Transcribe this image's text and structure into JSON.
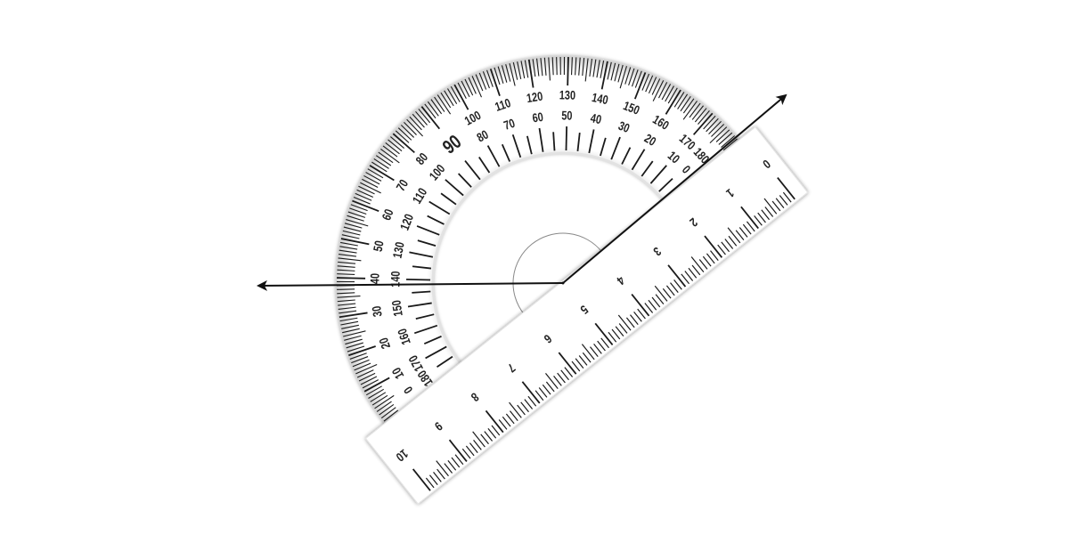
{
  "protractor": {
    "outer_labels": [
      "0",
      "10",
      "20",
      "30",
      "40",
      "50",
      "60",
      "70",
      "80",
      "100",
      "110",
      "120",
      "130",
      "140",
      "150",
      "160",
      "170",
      "180"
    ],
    "outer_values": [
      0,
      10,
      20,
      30,
      40,
      50,
      60,
      70,
      80,
      100,
      110,
      120,
      130,
      140,
      150,
      160,
      170,
      180
    ],
    "inner_labels": [
      "0",
      "10",
      "20",
      "30",
      "40",
      "50",
      "60",
      "70",
      "80",
      "100",
      "110",
      "120",
      "130",
      "140",
      "150",
      "160",
      "170",
      "180"
    ],
    "inner_values": [
      0,
      10,
      20,
      30,
      40,
      50,
      60,
      70,
      80,
      100,
      110,
      120,
      130,
      140,
      150,
      160,
      170,
      180
    ],
    "center_label": "90"
  },
  "ruler": {
    "labels": [
      "0",
      "1",
      "2",
      "3",
      "4",
      "5",
      "6",
      "7",
      "8",
      "9",
      "10"
    ]
  },
  "colors": {
    "ink": "#1a1a1a",
    "body": "#ffffff",
    "rim": "#d8d8d8"
  }
}
